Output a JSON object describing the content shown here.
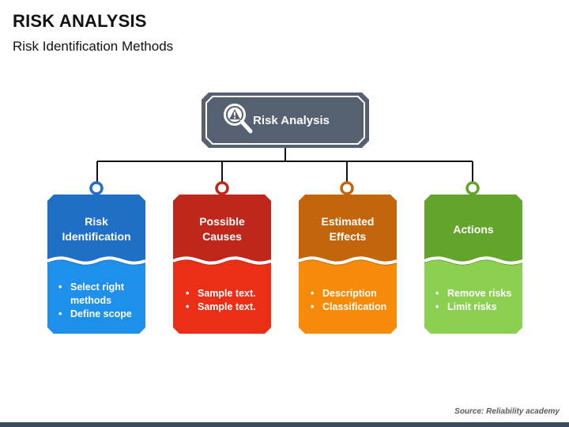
{
  "header": {
    "title": "RISK ANALYSIS",
    "subtitle": "Risk Identification Methods"
  },
  "root": {
    "label": "Risk Analysis",
    "icon": "magnifier-warning-icon",
    "color": "#556070"
  },
  "cards": [
    {
      "title": "Risk\nIdentification",
      "items": [
        "Select right\nmethods",
        "Define scope"
      ],
      "top_color": "#1f6fc6",
      "bottom_color": "#1e90ea",
      "ring_color": "#1f6fc6"
    },
    {
      "title": "Possible\nCauses",
      "items": [
        "Sample text.",
        "Sample text."
      ],
      "top_color": "#c0271c",
      "bottom_color": "#ea2f16",
      "ring_color": "#c0271c"
    },
    {
      "title": "Estimated\nEffects",
      "items": [
        "Description",
        "Classification"
      ],
      "top_color": "#c3650a",
      "bottom_color": "#f58b09",
      "ring_color": "#c3650a"
    },
    {
      "title": "Actions",
      "items": [
        "Remove risks",
        "Limit risks"
      ],
      "top_color": "#63a52a",
      "bottom_color": "#8cd051",
      "ring_color": "#63a52a"
    }
  ],
  "footer": {
    "source": "Source: Reliability academy"
  }
}
